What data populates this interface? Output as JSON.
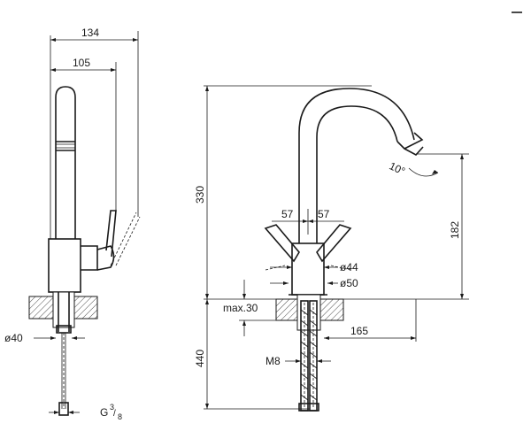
{
  "side_view": {
    "dim_width_total": "134",
    "dim_width_spout": "105",
    "dim_hole_diameter": "ø40",
    "dim_thread": "G",
    "dim_thread_fraction_num": "3",
    "dim_thread_fraction_den": "8"
  },
  "front_view": {
    "dim_height": "330",
    "dim_below_counter": "440",
    "dim_spout_height": "182",
    "dim_handle_left": "57",
    "dim_handle_right": "57",
    "dim_body_diameter": "ø44",
    "dim_base_diameter": "ø50",
    "dim_max_counter": "max.30",
    "dim_stud_length": "165",
    "dim_stud_thread": "M8",
    "dim_swivel_angle": "10°"
  }
}
